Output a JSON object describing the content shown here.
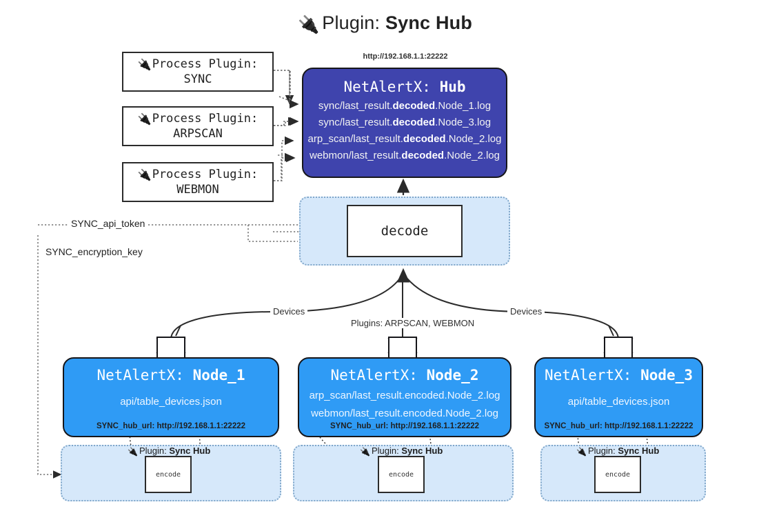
{
  "header": {
    "plug_icon": "🔌",
    "prefix": "Plugin:",
    "name": "Sync Hub"
  },
  "process_plugins": [
    {
      "label": "Process Plugin:",
      "name": "SYNC",
      "icon": "🔌"
    },
    {
      "label": "Process Plugin:",
      "name": "ARPSCAN",
      "icon": "🔌"
    },
    {
      "label": "Process Plugin:",
      "name": "WEBMON",
      "icon": "🔌"
    }
  ],
  "hub": {
    "url": "http://192.168.1.1:22222",
    "title_prefix": "NetAlertX:",
    "title_name": "Hub",
    "loglines": [
      {
        "pre": "sync/last_result.",
        "em": "decoded",
        "post": ".Node_1.log"
      },
      {
        "pre": "sync/last_result.",
        "em": "decoded",
        "post": ".Node_3.log"
      },
      {
        "pre": "arp_scan/last_result.",
        "em": "decoded",
        "post": ".Node_2.log"
      },
      {
        "pre": "webmon/last_result.",
        "em": "decoded",
        "post": ".Node_2.log"
      }
    ]
  },
  "decode": {
    "label": "decode"
  },
  "tokens": {
    "api_token": "SYNC_api_token",
    "encryption_key": "SYNC_encryption_key"
  },
  "edge_labels": {
    "devices_left": "Devices",
    "plugins_center": "Plugins: ARPSCAN, WEBMON",
    "devices_right": "Devices"
  },
  "nodes": [
    {
      "title_prefix": "NetAlertX:",
      "title_name": "Node_1",
      "lines": [
        "api/table_devices.json"
      ],
      "url_label": "SYNC_hub_url:",
      "url": "http://192.168.1.1:22222"
    },
    {
      "title_prefix": "NetAlertX:",
      "title_name": "Node_2",
      "lines": [
        "arp_scan/last_result.encoded.Node_2.log",
        "webmon/last_result.encoded.Node_2.log"
      ],
      "url_label": "SYNC_hub_url:",
      "url": "http://192.168.1.1:22222"
    },
    {
      "title_prefix": "NetAlertX:",
      "title_name": "Node_3",
      "lines": [
        "api/table_devices.json"
      ],
      "url_label": "SYNC_hub_url:",
      "url": "http://192.168.1.1:22222"
    }
  ],
  "plugin_sections": [
    {
      "icon": "🔌",
      "prefix": "Plugin:",
      "name": "Sync Hub",
      "box_label": "encode"
    },
    {
      "icon": "🔌",
      "prefix": "Plugin:",
      "name": "Sync Hub",
      "box_label": "encode"
    },
    {
      "icon": "🔌",
      "prefix": "Plugin:",
      "name": "Sync Hub",
      "box_label": "encode"
    }
  ],
  "colors": {
    "hub_fill": "#3f44ad",
    "node_fill": "#2f9bf5",
    "container_fill": "#d6e8fa",
    "container_border": "#7fa6c9",
    "stroke": "#16161a",
    "background": "#ffffff"
  }
}
